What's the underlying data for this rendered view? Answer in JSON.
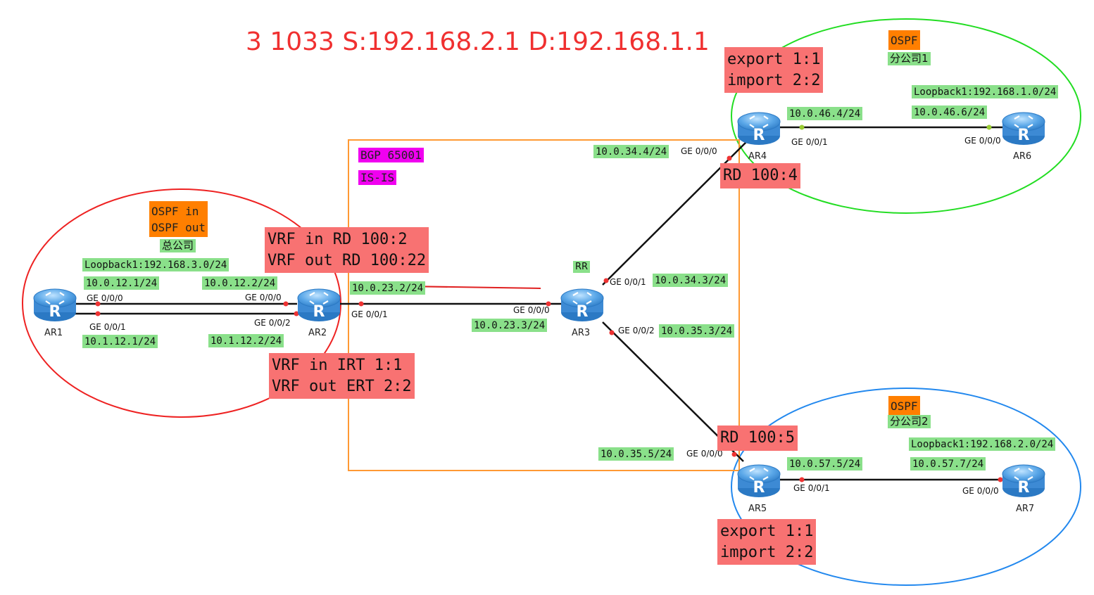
{
  "title": "3 1033 S:192.168.2.1 D:192.168.1.1",
  "colors": {
    "hq_area": "#ee2222",
    "branch1_area": "#22dd22",
    "branch2_area": "#2288ee",
    "bgp_box": "#ff9933",
    "link": "#111111",
    "port_dot_red": "#ee3333",
    "port_dot_green": "#99cc33",
    "arrow": "#e02020",
    "router_blue": "#3a8fd8"
  },
  "routers": {
    "ar1": "AR1",
    "ar2": "AR2",
    "ar3": "AR3",
    "ar4": "AR4",
    "ar5": "AR5",
    "ar6": "AR6",
    "ar7": "AR7",
    "icon": "router-icon",
    "icon_letter": "R"
  },
  "ar3_role": "RR",
  "bgp": {
    "as": "BGP 65001",
    "igp": "IS-IS"
  },
  "hq": {
    "protocols": "OSPF in\nOSPF out",
    "name": "总公司",
    "loopback": "Loopback1:192.168.3.0/24",
    "ip_ar1_g0": "10.0.12.1/24",
    "ip_ar2_g0": "10.0.12.2/24",
    "ip_ar1_g1": "10.1.12.1/24",
    "ip_ar2_g2": "10.1.12.2/24",
    "vrf_rd": "VRF in RD 100:2\nVRF out RD 100:22",
    "vrf_rt": "VRF in IRT 1:1\nVRF out ERT 2:2"
  },
  "branch1": {
    "protocol": "OSPF",
    "name": "分公司1",
    "rt": "export 1:1\nimport 2:2",
    "loopback": "Loopback1:192.168.1.0/24",
    "ip_ar4": "10.0.46.4/24",
    "ip_ar6": "10.0.46.6/24",
    "rd": "RD 100:4"
  },
  "branch2": {
    "protocol": "OSPF",
    "name": "分公司2",
    "rt": "export 1:1\nimport 2:2",
    "loopback": "Loopback1:192.168.2.0/24",
    "ip_ar5": "10.0.57.5/24",
    "ip_ar7": "10.0.57.7/24",
    "rd": "RD 100:5"
  },
  "core": {
    "ip_ar2_ar3": "10.0.23.2/24",
    "ip_ar3_ar2": "10.0.23.3/24",
    "ip_ar3_ar4": "10.0.34.3/24",
    "ip_ar4_ar3": "10.0.34.4/24",
    "ip_ar3_ar5": "10.0.35.3/24",
    "ip_ar5_ar3": "10.0.35.5/24"
  },
  "ports": {
    "ar1_a": "GE 0/0/0",
    "ar1_b": "GE 0/0/1",
    "ar2_a": "GE 0/0/0",
    "ar2_b": "GE 0/0/2",
    "ar2_c": "GE 0/0/1",
    "ar3_a": "GE 0/0/0",
    "ar3_b": "GE 0/0/1",
    "ar3_c": "GE 0/0/2",
    "ar4_a": "GE 0/0/0",
    "ar4_b": "GE 0/0/1",
    "ar6_a": "GE 0/0/0",
    "ar5_a": "GE 0/0/0",
    "ar5_b": "GE 0/0/1",
    "ar7_a": "GE 0/0/0"
  }
}
